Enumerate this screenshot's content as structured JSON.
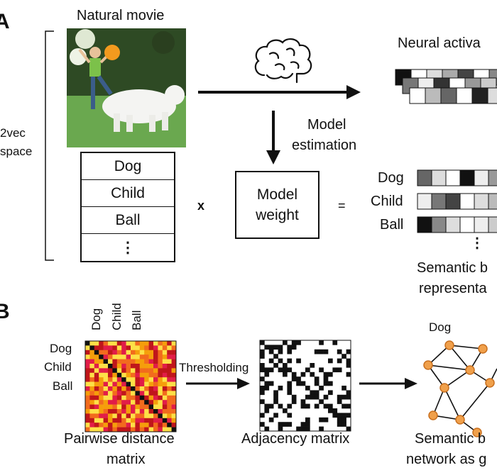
{
  "panel_a": {
    "letter": "A",
    "movie_title": "Natural movie",
    "space_label_line1": "2vec",
    "space_label_line2": "space",
    "words": [
      "Dog",
      "Child",
      "Ball"
    ],
    "ellipsis": "⋮",
    "neural_label": "Neural activa",
    "model_estimation_line1": "Model",
    "model_estimation_line2": "estimation",
    "model_weight_line1": "Model",
    "model_weight_line2": "weight",
    "times_sign": "x",
    "equals_sign": "=",
    "result_words": [
      "Dog",
      "Child",
      "Ball"
    ],
    "result_ellipsis": "⋮",
    "semantic_line1": "Semantic b",
    "semantic_line2": "representa",
    "brain_icon": "brain-icon"
  },
  "panel_b": {
    "letter": "B",
    "col_labels": [
      "Dog",
      "Child",
      "Ball"
    ],
    "row_labels": [
      "Dog",
      "Child",
      "Ball"
    ],
    "thresholding": "Thresholding",
    "pairwise_line1": "Pairwise distance",
    "pairwise_line2": "matrix",
    "adjacency": "Adjacency matrix",
    "network_node_label": "Dog",
    "network_line1": "Semantic b",
    "network_line2": "network as g"
  },
  "colors": {
    "heat_dark": "#c0161b",
    "heat_mid": "#f26b1d",
    "heat_light": "#fde047",
    "node_fill": "#f0a04b",
    "node_stroke": "#c9701f",
    "grass": "#6aa84f"
  }
}
